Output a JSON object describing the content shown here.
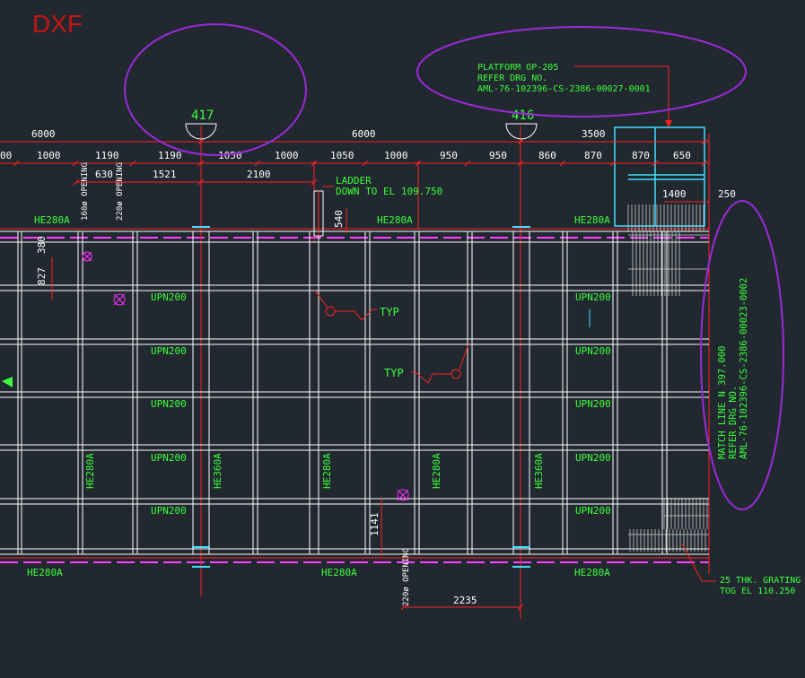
{
  "watermark": "DXF",
  "colors": {
    "background": "#212830",
    "beam": "#ffffff",
    "dim": "#ff2020",
    "label": "#3cff3c",
    "grid": "#ff2020",
    "column": "#40e0ff",
    "cloud": "#9a2bd8",
    "marker": "#ff30ff",
    "grating": "#d0d0d0"
  },
  "grid_bubbles": {
    "left": "417",
    "right": "416"
  },
  "dims_top": [
    "6000",
    "6000",
    "3500"
  ],
  "dims_second": [
    "00",
    "1000",
    "1190",
    "1190",
    "1050",
    "1000",
    "1050",
    "1000",
    "950",
    "950",
    "860",
    "870",
    "870",
    "650"
  ],
  "dims_third": [
    "630",
    "1521",
    "2100",
    "1400",
    "250"
  ],
  "dims_local": {
    "d380": "380",
    "d827": "827",
    "d540": "540",
    "d1141": "1141",
    "d2235": "2235"
  },
  "openings": {
    "o1": "160ø OPENING",
    "o2": "220ø OPENING",
    "o3": "220ø OPENING"
  },
  "ladder_note": {
    "line1": "LADDER",
    "line2": "DOWN TO EL 109.750"
  },
  "platform_note": {
    "line1": "PLATFORM OP-205",
    "line2": "REFER DRG NO.",
    "line3": "AML-76-102396-CS-2386-00027-0001"
  },
  "matchline_note": {
    "line1": "MATCH LINE N 397.000",
    "line2": "REFER DRG NO.",
    "line3": "AML-76-102396-CS-2386-00023-0002"
  },
  "grating_note": {
    "line1": "25 THK. GRATING",
    "line2": "TOG EL 110.250"
  },
  "labels": {
    "he280a_top_1": "HE280A",
    "he280a_top_2": "HE280A",
    "he280a_top_3": "HE280A",
    "he280a_bot_1": "HE280A",
    "he280a_bot_2": "HE280A",
    "he280a_bot_3": "HE280A",
    "he280a_v1": "HE280A",
    "he360a_v1": "HE360A",
    "he280a_v2": "HE280A",
    "he280a_v3": "HE280A",
    "he360a_v2": "HE360A",
    "upn_l1": "UPN200",
    "upn_l2": "UPN200",
    "upn_l3": "UPN200",
    "upn_l4": "UPN200",
    "upn_l5": "UPN200",
    "upn_r1": "UPN200",
    "upn_r2": "UPN200",
    "upn_r3": "UPN200",
    "upn_r4": "UPN200",
    "upn_r5": "UPN200",
    "typ1": "TYP",
    "typ2": "TYP"
  }
}
